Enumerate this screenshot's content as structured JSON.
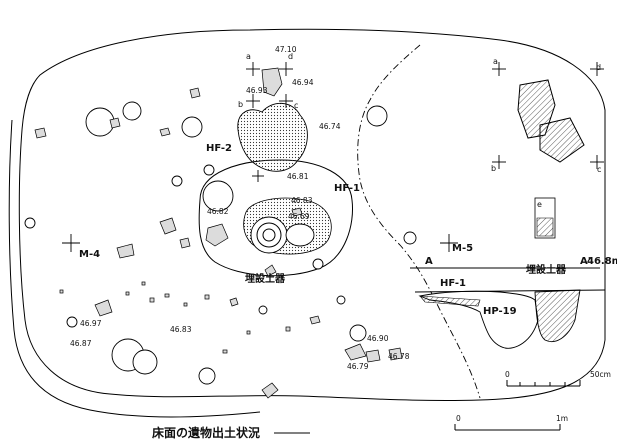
{
  "labels": {
    "hf2": "HF-2",
    "hf1": "HF-1",
    "hf1_section": "HF-1",
    "hp19": "HP-19",
    "m4": "M-4",
    "m5": "M-5",
    "buried_vessel": "埋設土器",
    "buried_vessel_section": "埋設土器",
    "section_start": "A",
    "section_end": "A'",
    "section_elev": "46.8m"
  },
  "elevations": {
    "e1": "47.10",
    "e2": "46.94",
    "e3": "46.93",
    "e4": "46.74",
    "e5": "46.81",
    "e6": "46.83",
    "e7": "46.82",
    "e8": "46.69",
    "e9": "46.97",
    "e10": "46.87",
    "e11": "46.83",
    "e12": "46.90",
    "e13": "46.78",
    "e14": "46.79"
  },
  "detail": {
    "a": "a",
    "b": "b",
    "c": "c",
    "d": "d",
    "e": "e"
  },
  "scale_small": {
    "zero": "0",
    "end": "50cm"
  },
  "scale_large": {
    "zero": "0",
    "end": "1m"
  },
  "caption": "床面の遺物出土状況"
}
